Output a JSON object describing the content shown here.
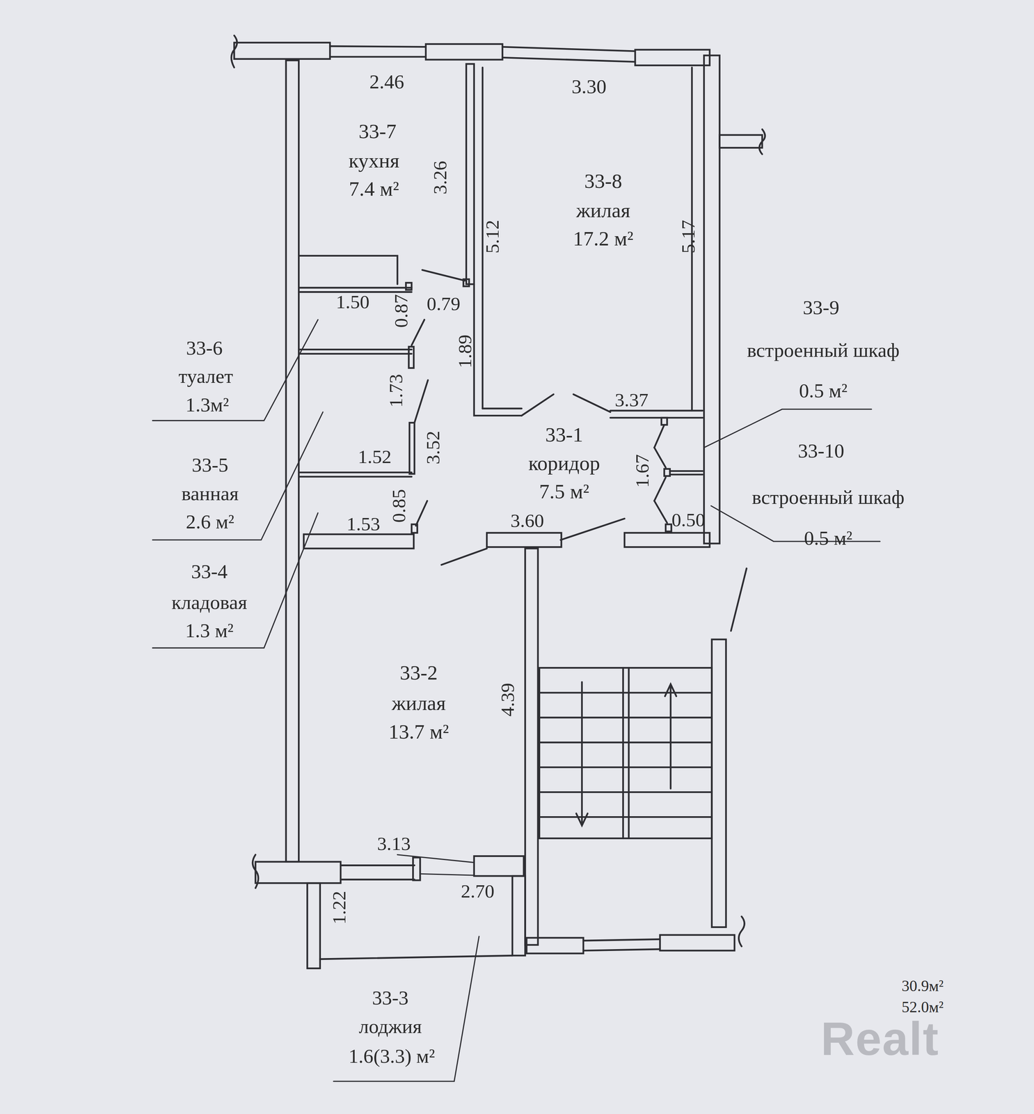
{
  "diagram": {
    "labels": [
      "2.46",
      "3.30",
      "33-7",
      "кухня",
      "7.4 м²",
      "3.26",
      "33-8",
      "жилая",
      "17.2 м²",
      "5.12",
      "5.17",
      "1.50",
      "0.87",
      "0.79",
      "33-9",
      "встроенный шкаф",
      "0.5 м²",
      "33-6",
      "туалет",
      "1.3м²",
      "1.89",
      "3.37",
      "1.73",
      "33-1",
      "коридор",
      "7.5 м²",
      "3.52",
      "1.67",
      "33-10",
      "встроенный шкаф",
      "0.5 м²",
      "33-5",
      "ванная",
      "2.6 м²",
      "1.52",
      "0.85",
      "1.53",
      "3.60",
      "0.50",
      "33-4",
      "кладовая",
      "1.3 м²",
      "33-2",
      "жилая",
      "13.7 м²",
      "4.39",
      "3.13",
      "2.70",
      "1.22",
      "33-3",
      "лоджия",
      "1.6(3.3) м²",
      "30.9м²",
      "52.0м²",
      "Realt"
    ]
  }
}
